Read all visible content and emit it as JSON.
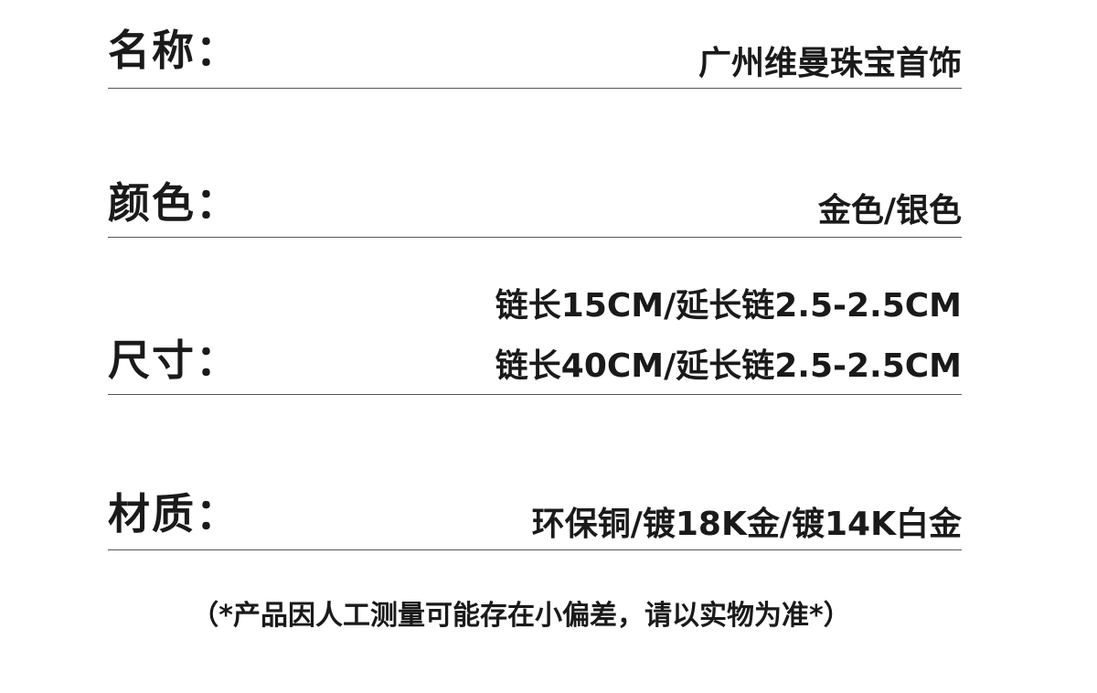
{
  "spec": {
    "name": {
      "label": "名称：",
      "value": "广州维曼珠宝首饰"
    },
    "color": {
      "label": "颜色：",
      "value": "金色/银色"
    },
    "size": {
      "label": "尺寸：",
      "values": [
        "链长15CM/延长链2.5-2.5CM",
        "链长40CM/延长链2.5-2.5CM"
      ]
    },
    "material": {
      "label": "材质：",
      "value": "环保铜/镀18K金/镀14K白金"
    }
  },
  "note": "（*产品因人工测量可能存在小偏差，请以实物为准*）"
}
